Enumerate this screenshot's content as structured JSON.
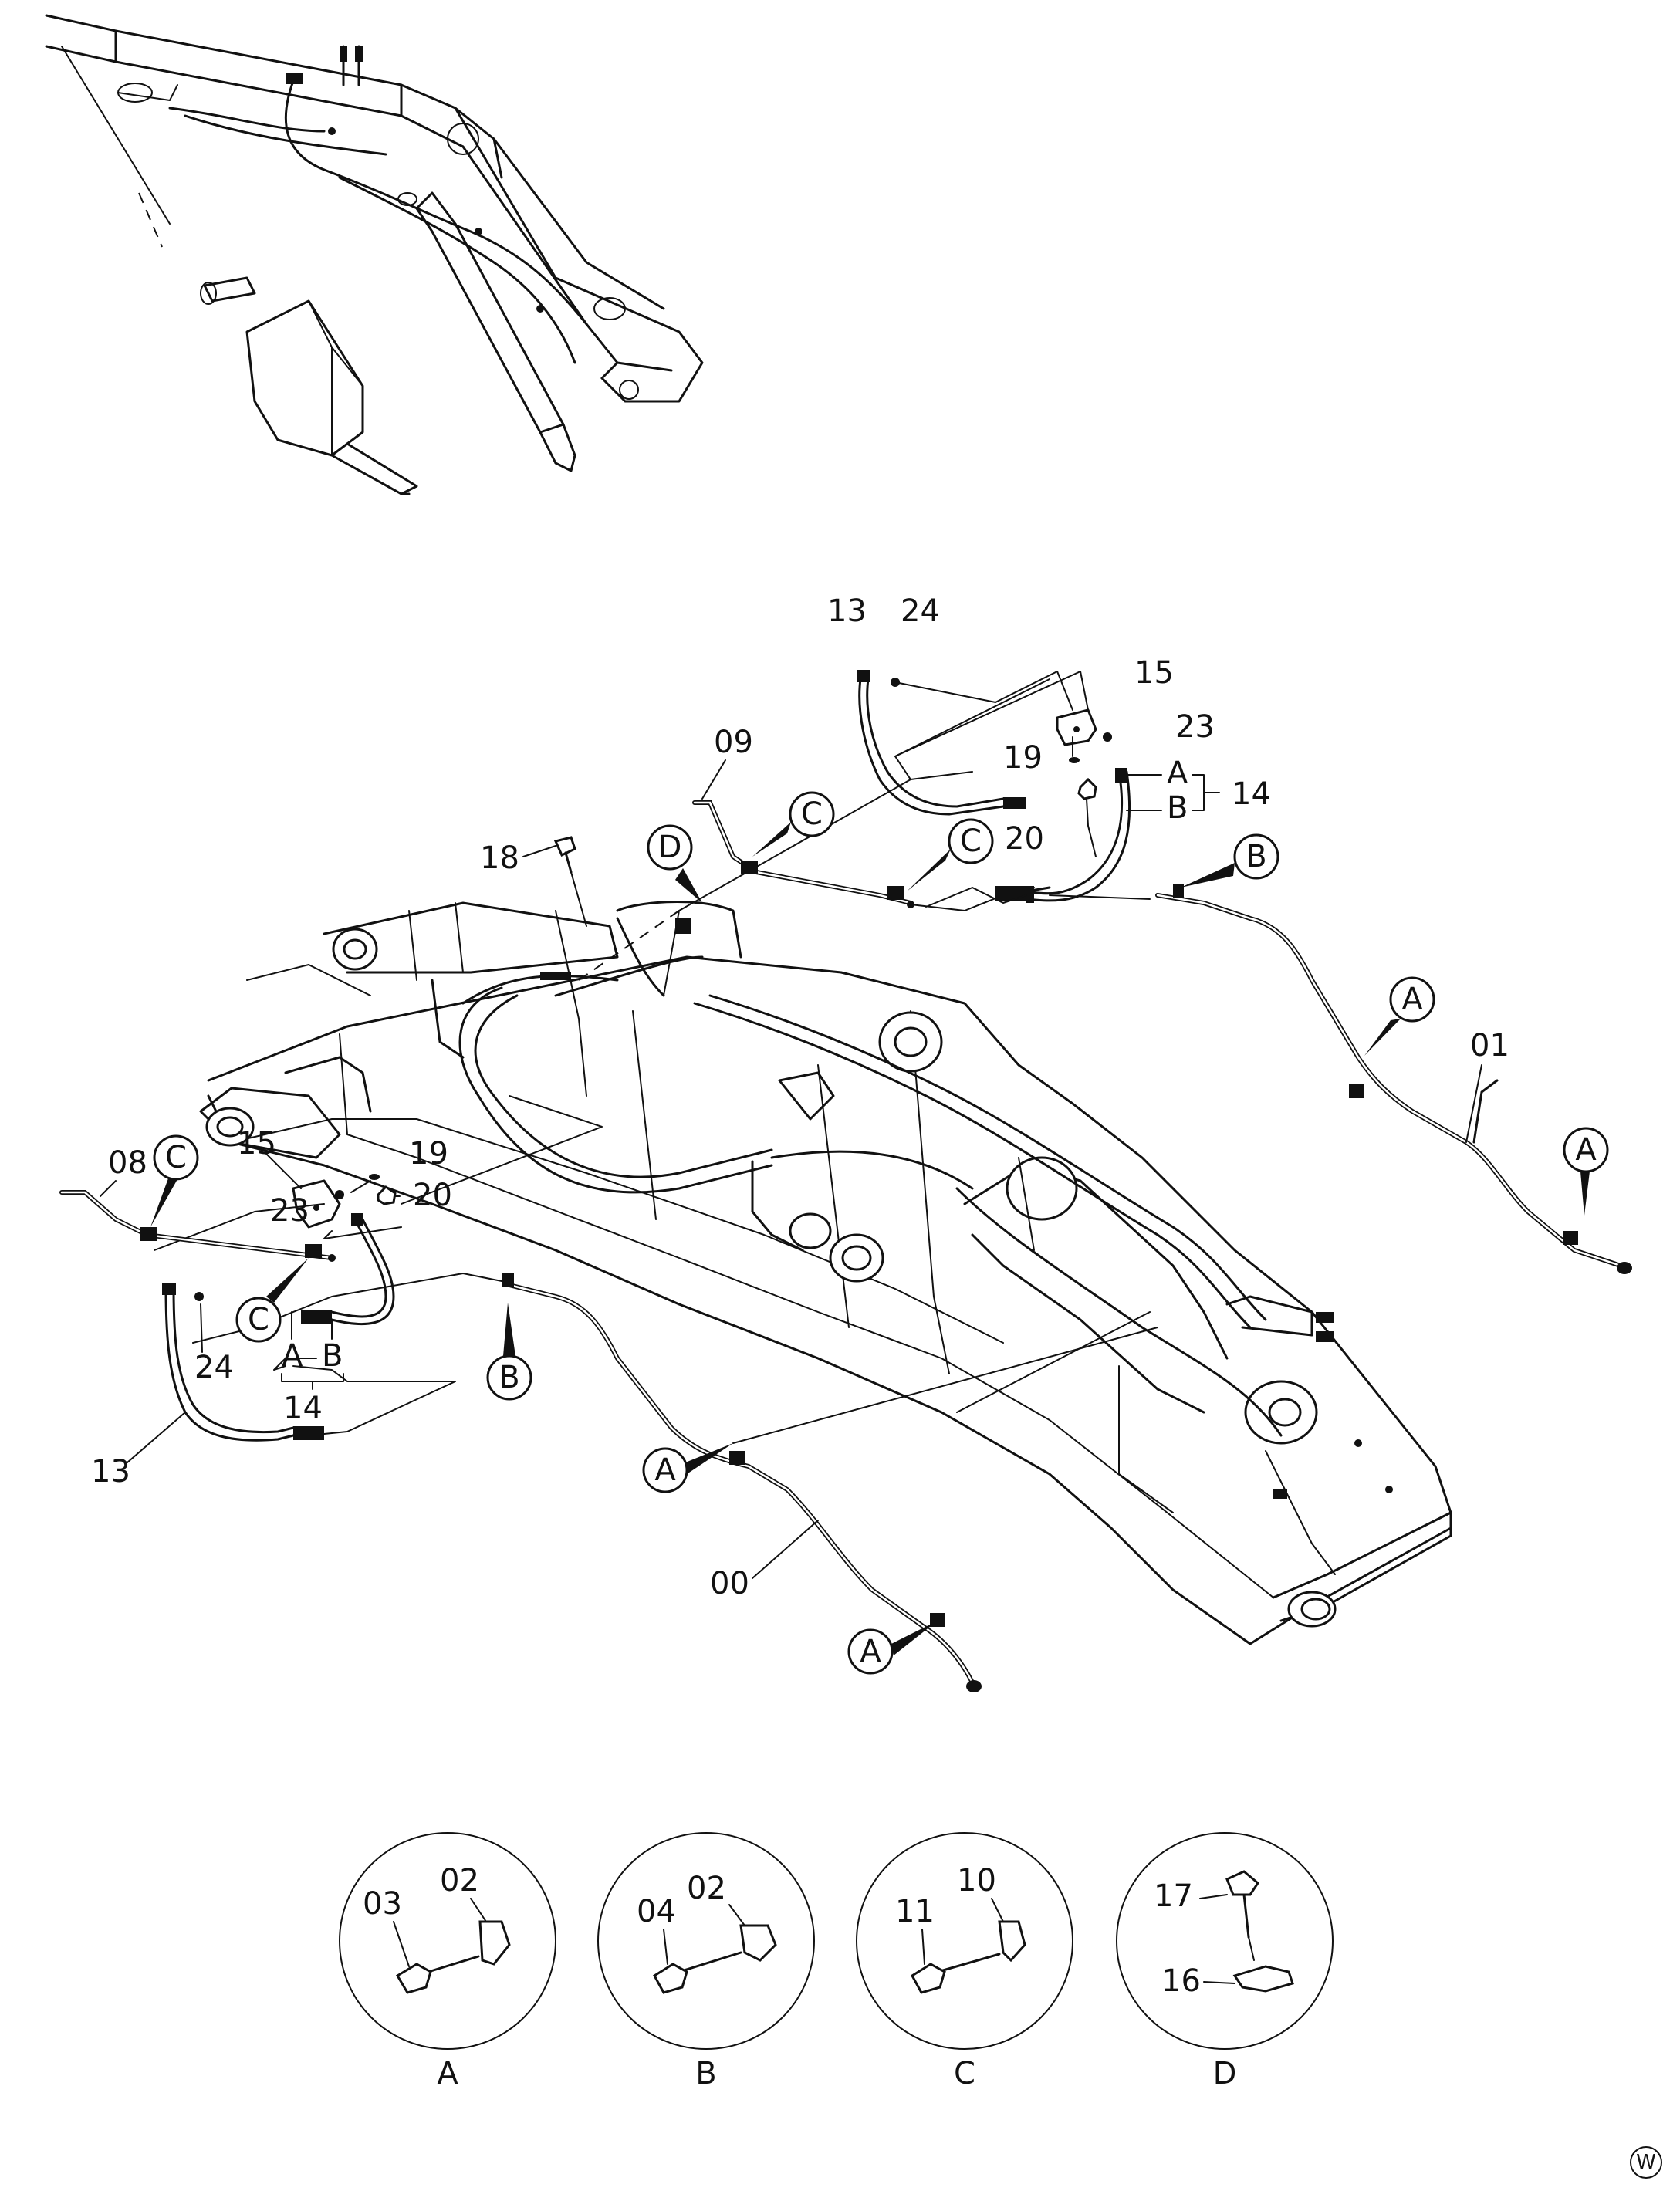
{
  "diagram": {
    "type": "exploded parts diagram (boom piping)",
    "part_labels": {
      "p00": "00",
      "p01": "01",
      "p08": "08",
      "p09": "09",
      "p13a": "13",
      "p24a": "24",
      "p15a": "15",
      "p23a": "23",
      "p19a": "19",
      "p20a": "20",
      "p14a": "14",
      "p13b": "13",
      "p24b": "24",
      "p15b": "15",
      "p23b": "23",
      "p19b": "19",
      "p20b": "20",
      "p14b": "14",
      "p18": "18"
    },
    "hose_end_letters": {
      "a1": "A",
      "b1": "B",
      "a2": "A",
      "b2": "B"
    },
    "callouts": {
      "c_d": "D",
      "c_c1": "C",
      "c_c2": "C",
      "c_c3": "C",
      "c_c4": "C",
      "c_b1": "B",
      "c_b2": "B",
      "c_a1": "A",
      "c_a2": "A",
      "c_a3": "A",
      "c_a4": "A"
    },
    "detail_views": [
      {
        "title": "A",
        "parts": [
          "03",
          "02"
        ]
      },
      {
        "title": "B",
        "parts": [
          "04",
          "02"
        ]
      },
      {
        "title": "C",
        "parts": [
          "11",
          "10"
        ]
      },
      {
        "title": "D",
        "parts": [
          "17",
          "16"
        ]
      }
    ],
    "corner_mark": "W"
  }
}
